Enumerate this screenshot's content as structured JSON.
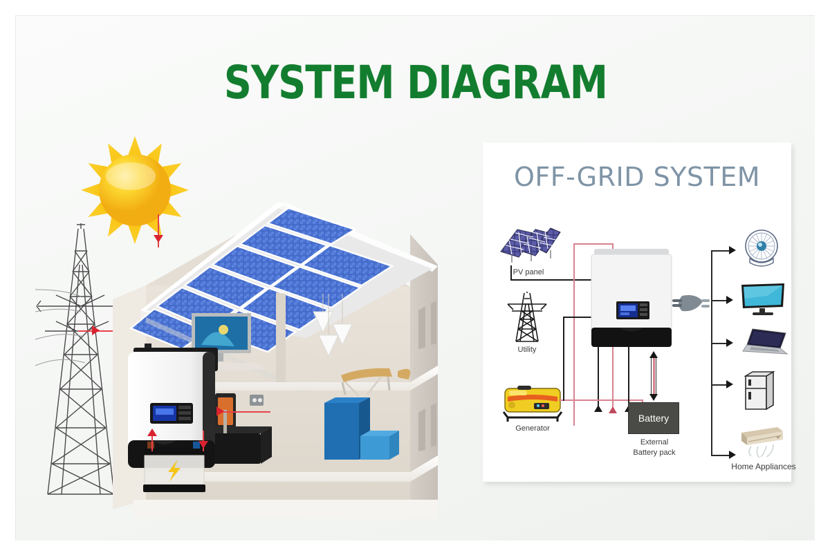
{
  "page": {
    "title": "SYSTEM DIAGRAM",
    "title_color": "#127d2e",
    "background": "#f4f6f4"
  },
  "left_scene": {
    "name": "off-grid house illustration",
    "elements": [
      {
        "name": "sun",
        "label": ""
      },
      {
        "name": "utility-transmission-tower",
        "label": ""
      },
      {
        "name": "rooftop-solar-array",
        "label": "",
        "panel_rows": 2,
        "panel_cols": 5
      },
      {
        "name": "wall-mounted-inverter",
        "label": ""
      },
      {
        "name": "battery-pack",
        "label": ""
      },
      {
        "name": "house-cutaway",
        "label": ""
      }
    ]
  },
  "panel": {
    "title": "OFF-GRID SYSTEM",
    "title_color": "#7f94a6",
    "background": "#ffffff",
    "sources": [
      {
        "id": "pv",
        "label": "PV panel",
        "wire_color": "#1d1d1d"
      },
      {
        "id": "utility",
        "label": "Utility",
        "wire_color": "#1d1d1d"
      },
      {
        "id": "generator",
        "label": "Generator",
        "wire_color": "#d8818f"
      }
    ],
    "inverter": {
      "label": "",
      "display_color": "#1f3d8f",
      "body_color": "#f2f2f2",
      "base_color": "#141414"
    },
    "storage": {
      "box_label": "Battery",
      "caption_line1": "External",
      "caption_line2": "Battery pack",
      "box_color": "#4a4a47"
    },
    "output": {
      "group_label": "Home Appliances",
      "plug_icon": "power-plug-icon",
      "appliances": [
        {
          "id": "fan",
          "icon": "fan-icon"
        },
        {
          "id": "tv",
          "icon": "television-icon"
        },
        {
          "id": "laptop",
          "icon": "laptop-icon"
        },
        {
          "id": "refrigerator",
          "icon": "refrigerator-icon"
        },
        {
          "id": "air-conditioner",
          "icon": "air-conditioner-icon"
        }
      ]
    }
  },
  "flow": {
    "arrow_color_left": "#d9232f",
    "arrow_color_panel": "#171717"
  }
}
